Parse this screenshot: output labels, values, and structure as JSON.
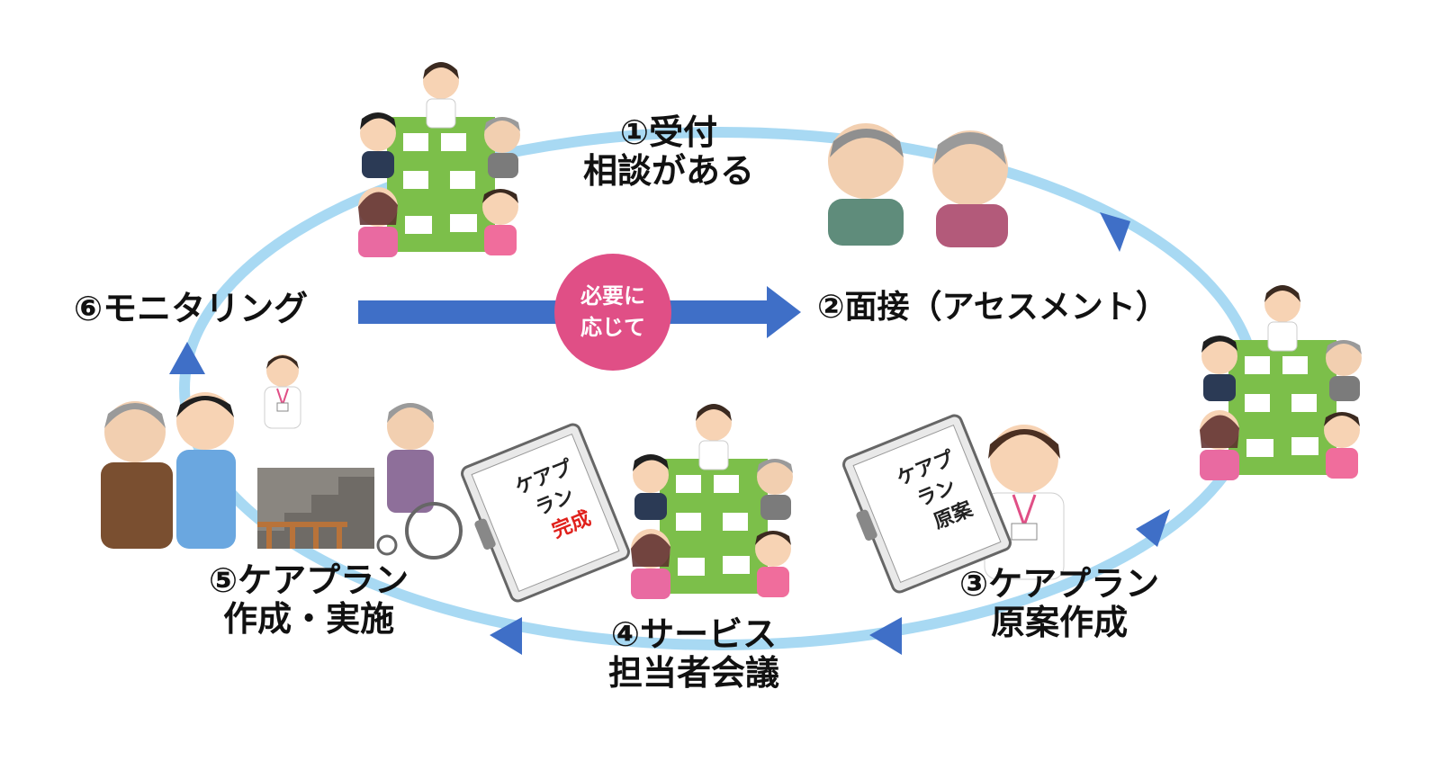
{
  "steps": {
    "s1": {
      "line1": "①受付",
      "line2": "相談がある"
    },
    "s2": {
      "line1": "②面接（アセスメント）"
    },
    "s3": {
      "line1": "③ケアプラン",
      "line2": "原案作成"
    },
    "s4": {
      "line1": "④サービス",
      "line2": "担当者会議"
    },
    "s5": {
      "line1": "⑤ケアプラン",
      "line2": "作成・実施"
    },
    "s6": {
      "line1": "⑥モニタリング"
    }
  },
  "badge": {
    "line1": "必要に",
    "line2": "応じて"
  },
  "docs": {
    "draft": {
      "l1": "ケアプ",
      "l2": "ラン",
      "l3": "原案"
    },
    "final": {
      "l1": "ケアプ",
      "l2": "ラン",
      "l3": "完成"
    }
  },
  "colors": {
    "cycle": "#9ed5f2",
    "arrow": "#3f6fc7",
    "badge": "#e04f86",
    "table": "#7cbf4a",
    "complete_text": "#e0201b"
  }
}
